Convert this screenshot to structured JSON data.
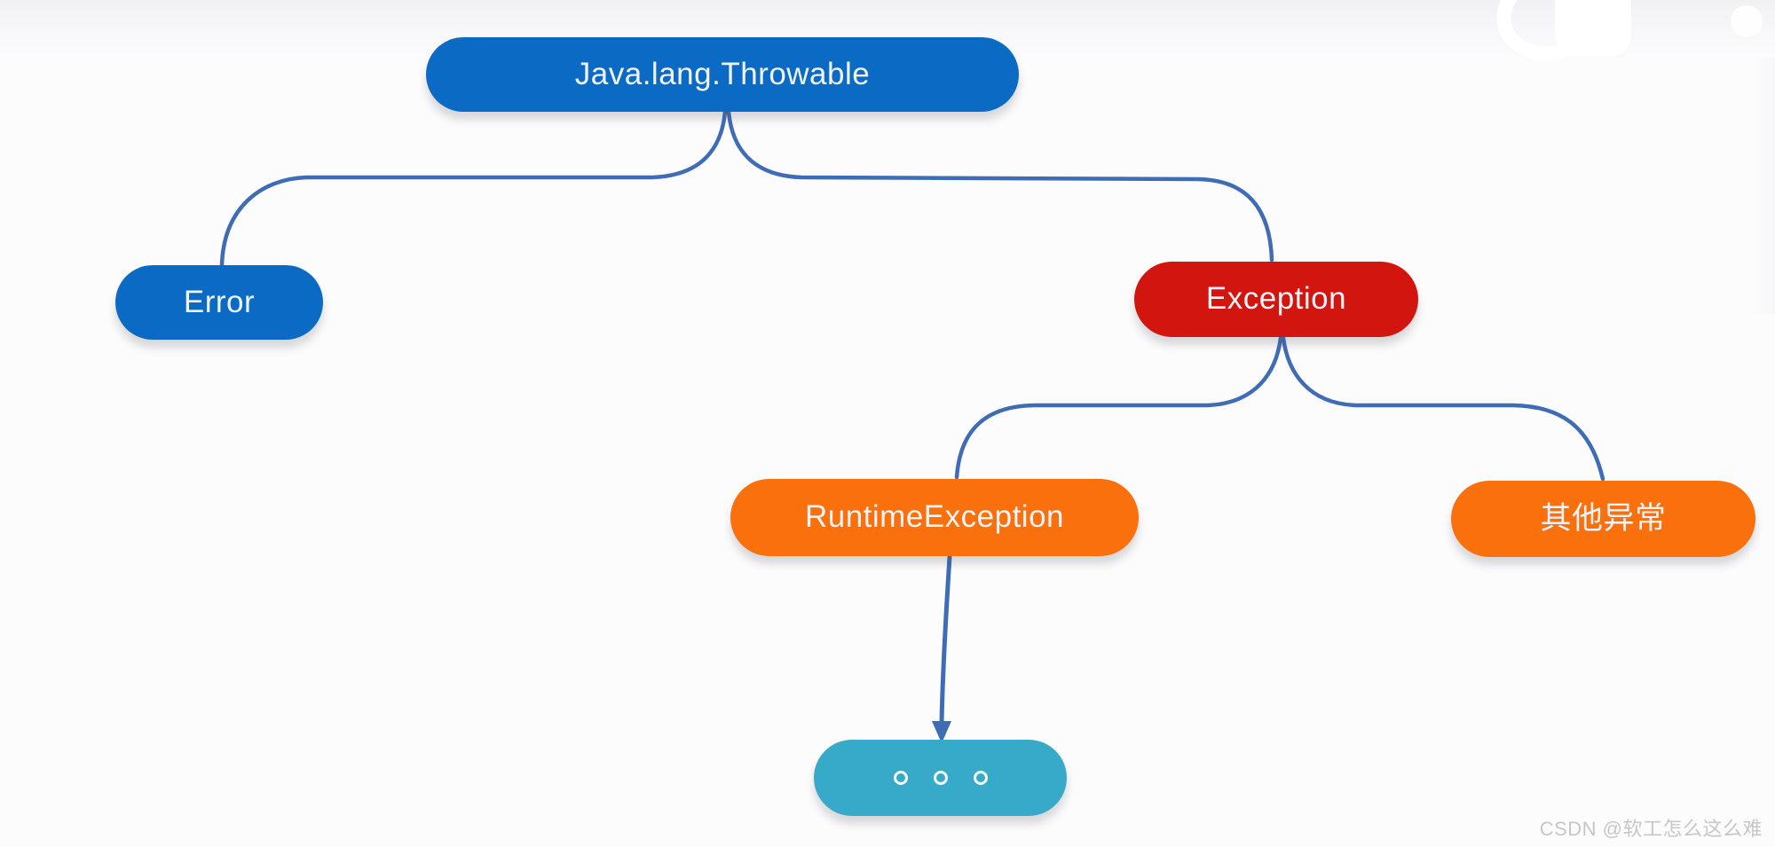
{
  "colors": {
    "node_blue": "#0b6bc4",
    "node_red": "#d2150f",
    "node_orange": "#fa700c",
    "node_cyan": "#38aac9",
    "connector": "#3e6db6",
    "node_text": "#f0f3f8",
    "watermark": "#c7c7c7",
    "background": "#fcfcfd"
  },
  "nodes": {
    "throwable": {
      "label": "Java.lang.Throwable"
    },
    "error": {
      "label": "Error"
    },
    "exception": {
      "label": "Exception"
    },
    "runtime": {
      "label": "RuntimeException"
    },
    "other": {
      "label": "其他异常"
    },
    "ellipsis": {
      "icon": "three-ring-ellipsis"
    }
  },
  "edges": [
    {
      "from": "Java.lang.Throwable",
      "to": "Error",
      "arrow": false
    },
    {
      "from": "Java.lang.Throwable",
      "to": "Exception",
      "arrow": false
    },
    {
      "from": "Exception",
      "to": "RuntimeException",
      "arrow": false
    },
    {
      "from": "Exception",
      "to": "其他异常",
      "arrow": false
    },
    {
      "from": "RuntimeException",
      "to": "…",
      "arrow": true
    }
  ],
  "watermark": {
    "text": "CSDN @软工怎么这么难"
  }
}
